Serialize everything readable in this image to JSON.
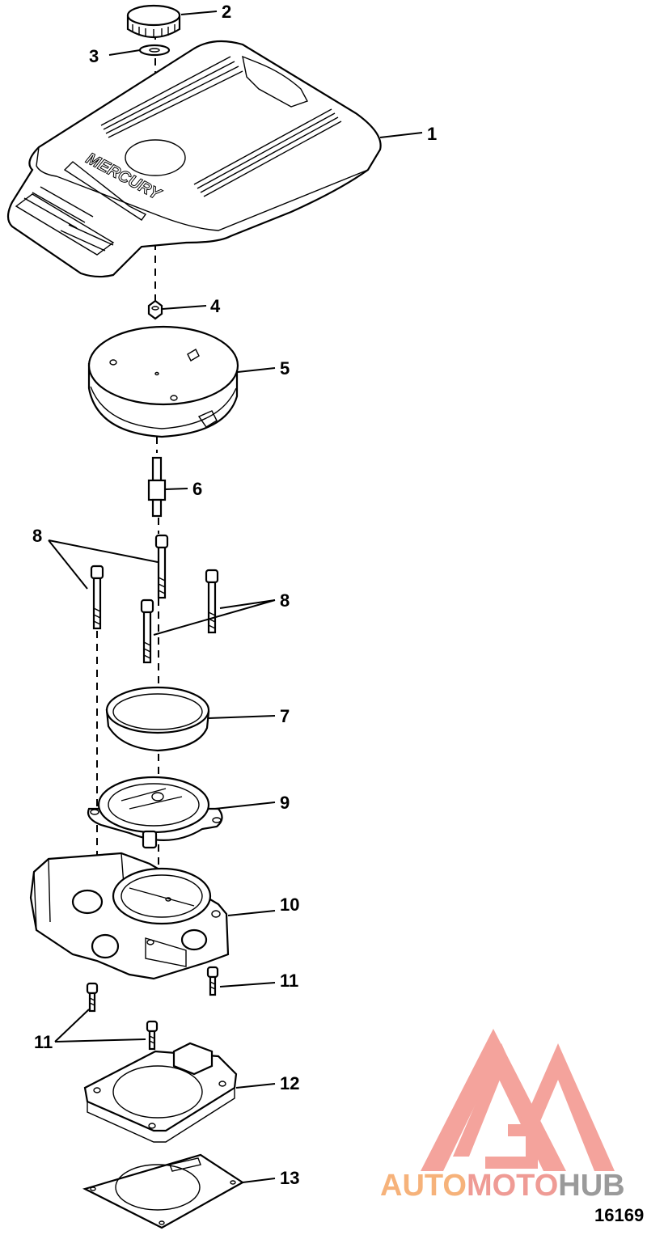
{
  "callouts": {
    "c1": "1",
    "c2": "2",
    "c3": "3",
    "c4": "4",
    "c5": "5",
    "c6": "6",
    "c7": "7",
    "c8a": "8",
    "c8b": "8",
    "c9": "9",
    "c10": "10",
    "c11a": "11",
    "c11b": "11",
    "c12": "12",
    "c13": "13"
  },
  "cover_brand_text": "MERCURY",
  "figure_number": "16169",
  "watermark": {
    "part1": "AUTO",
    "part2": "MOTO",
    "part3": "HUB",
    "colors": {
      "auto": "#f6b27a",
      "moto": "#ef9b95",
      "hub": "#9a9a9a",
      "logo": "#f39a92"
    }
  }
}
